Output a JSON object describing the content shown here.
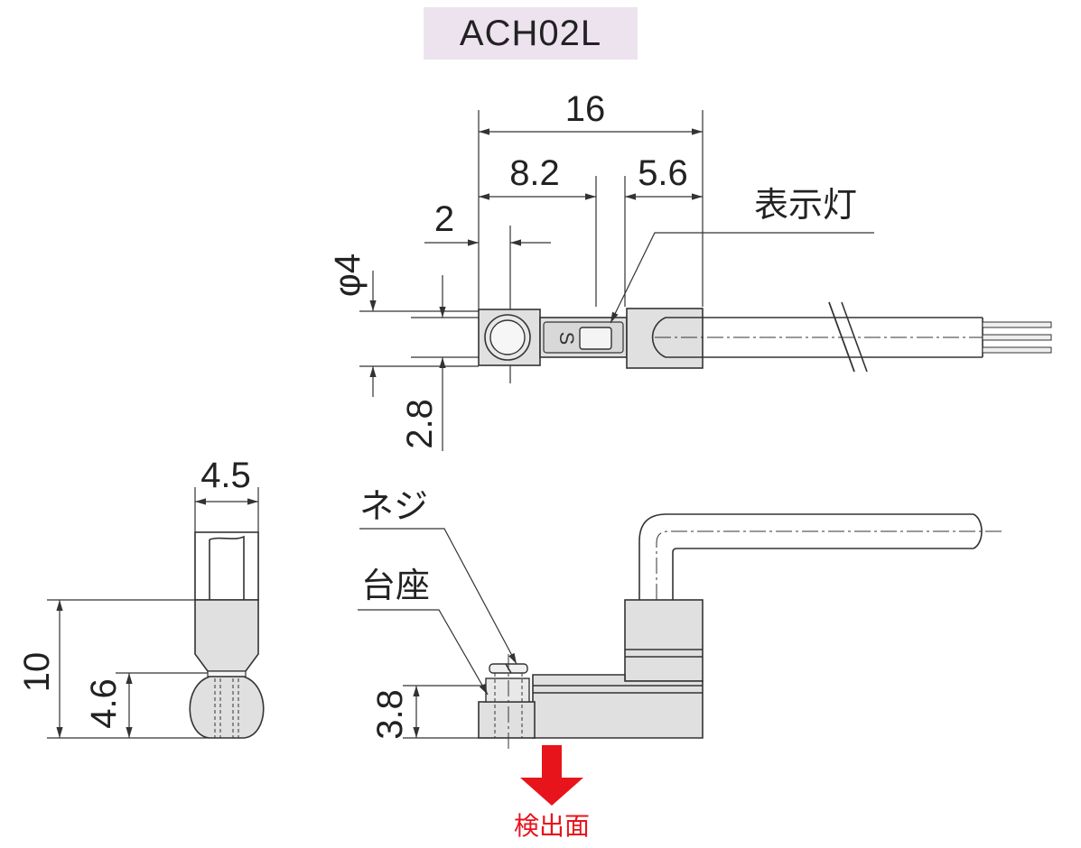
{
  "title": "ACH02L",
  "top_view": {
    "dim_total": "16",
    "dim_mid": "8.2",
    "dim_right": "5.6",
    "dim_left": "2",
    "dim_diameter": "φ4",
    "dim_height": "2.8",
    "indicator_label": "表示灯",
    "marking": "S"
  },
  "end_view": {
    "dim_width": "4.5",
    "dim_total_height": "10",
    "dim_lower_height": "4.6"
  },
  "side_view": {
    "screw_label": "ネジ",
    "base_label": "台座",
    "dim_base_height": "3.8",
    "detect_label": "検出面"
  },
  "colors": {
    "title_bg": "#ede3ef",
    "body_fill": "#e0e0e0",
    "arrow_red": "#e8141c"
  }
}
